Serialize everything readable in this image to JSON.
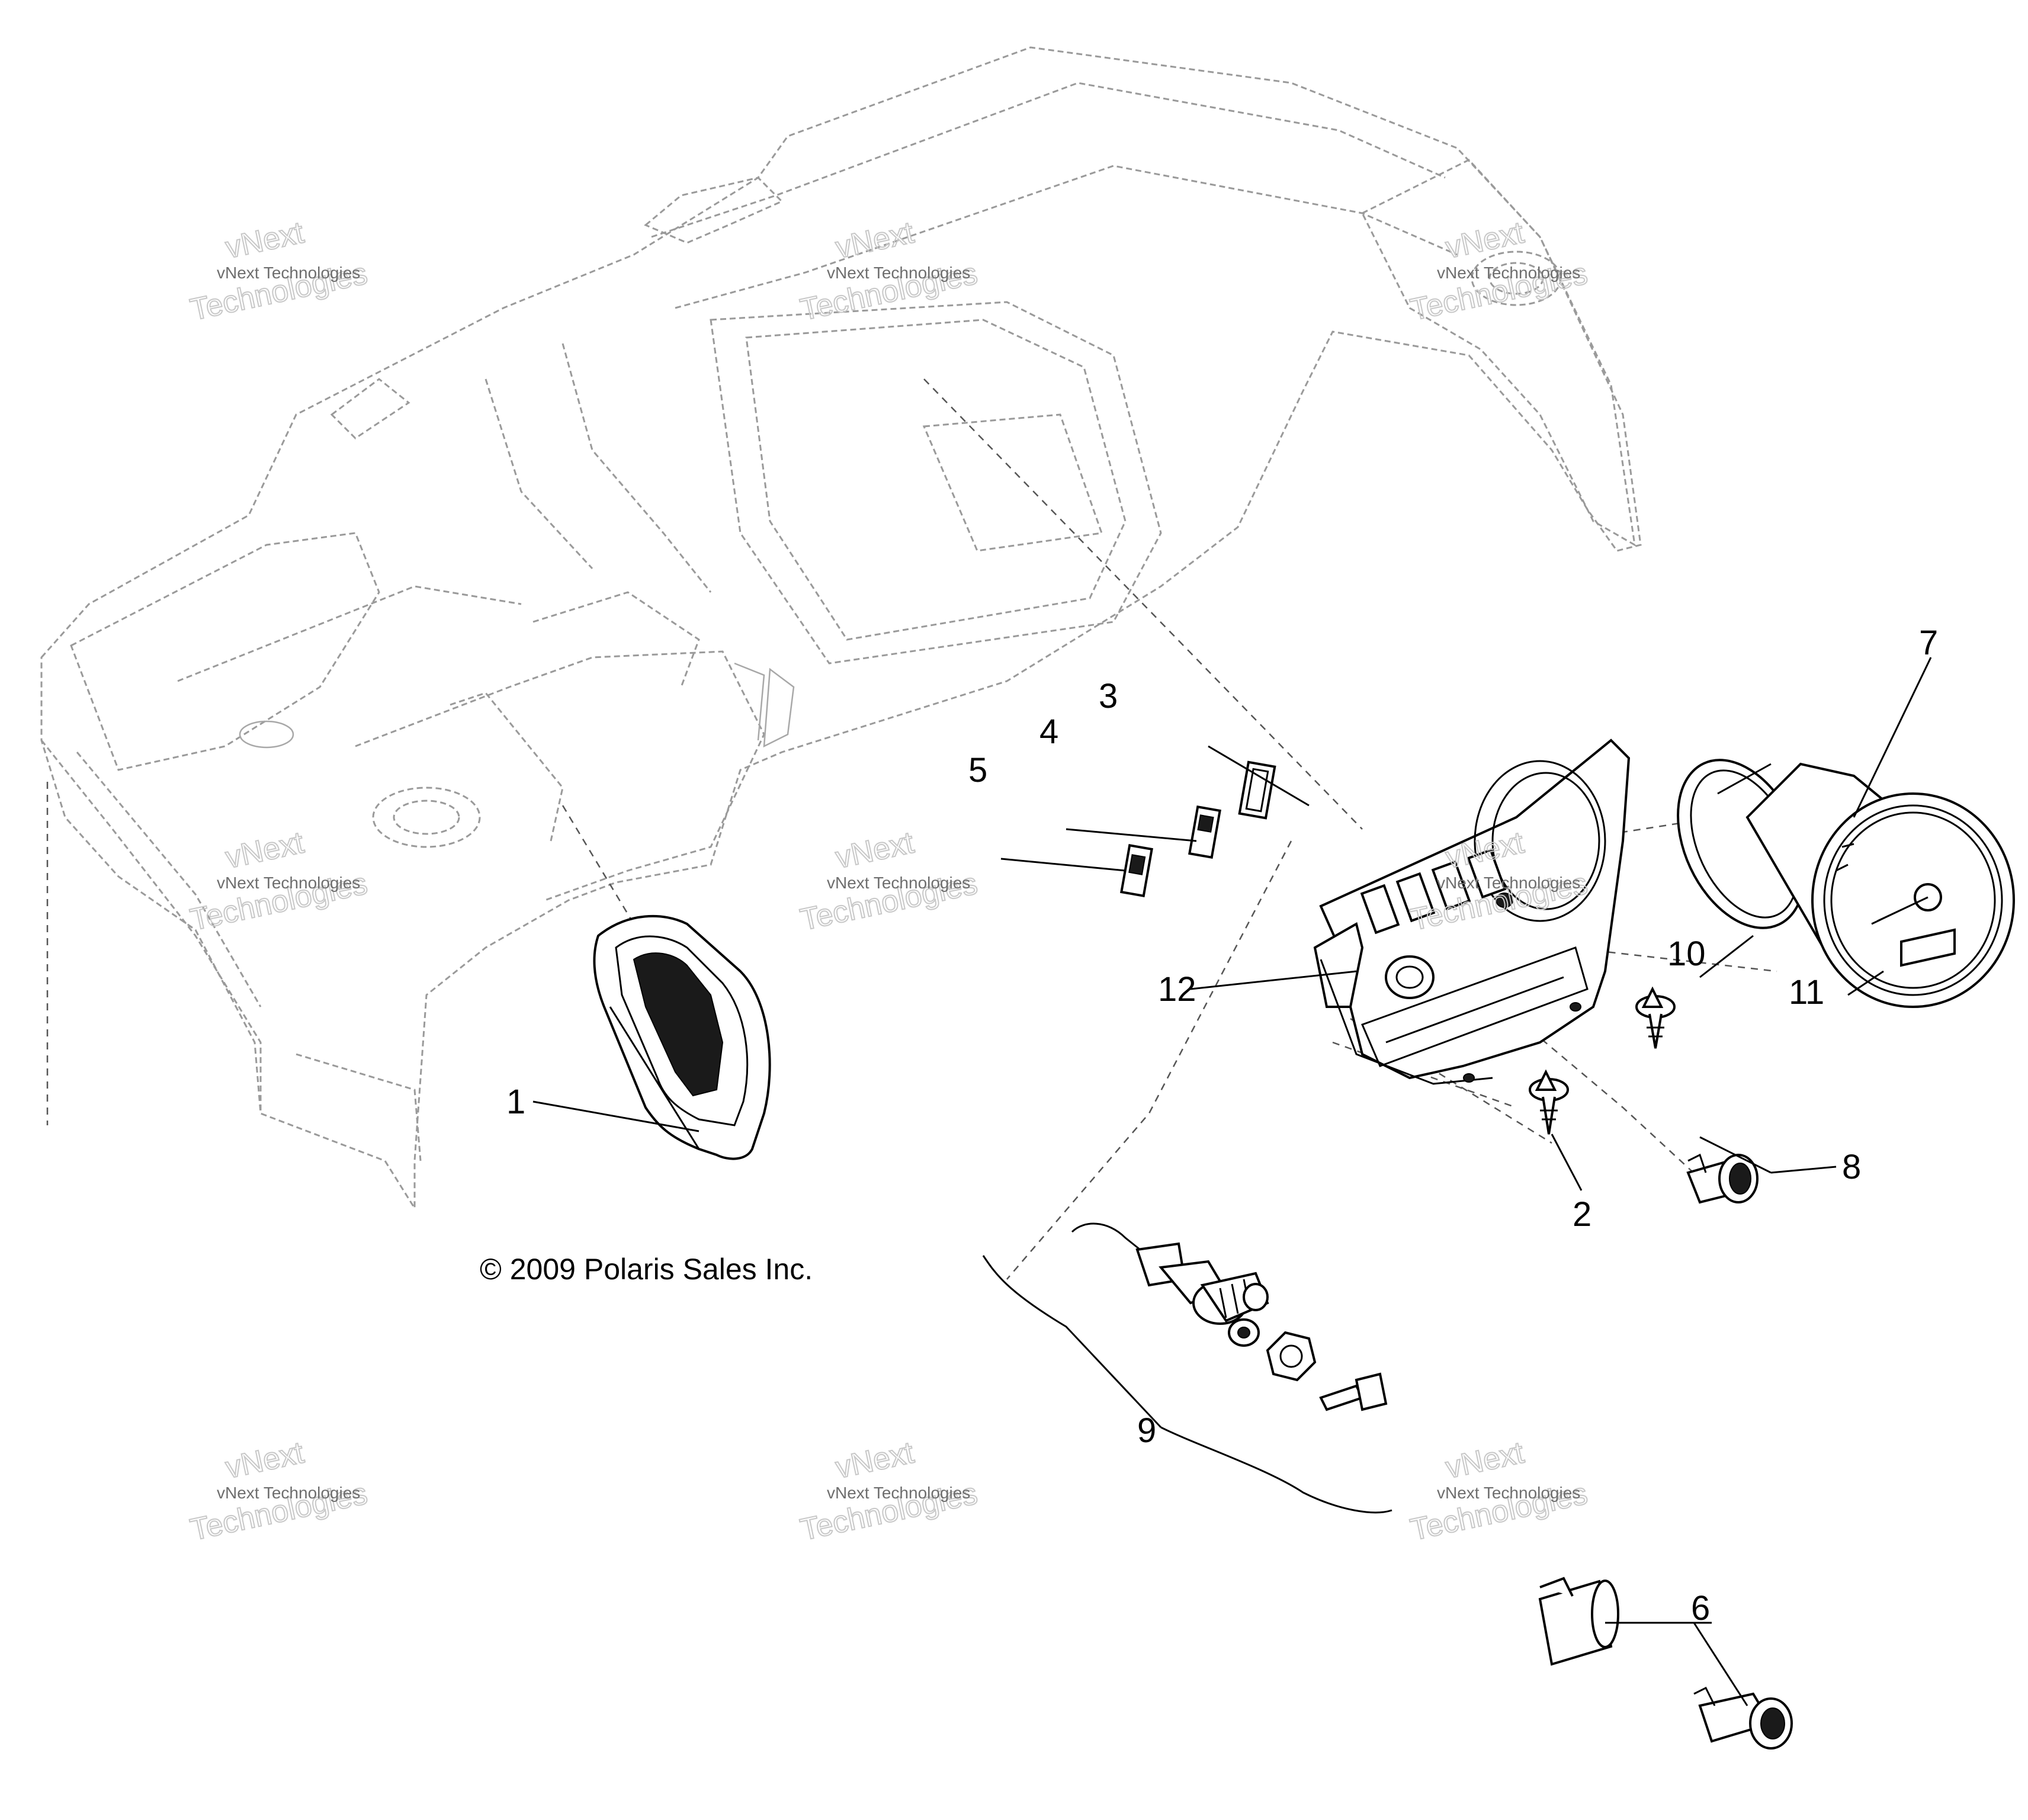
{
  "copyright": "© 2009 Polaris Sales Inc.",
  "watermark": {
    "small": "vNext Technologies",
    "brand": "vNext",
    "big": "Technologies"
  },
  "callouts": [
    "1",
    "2",
    "3",
    "4",
    "5",
    "6",
    "7",
    "8",
    "9",
    "10",
    "11",
    "12"
  ]
}
